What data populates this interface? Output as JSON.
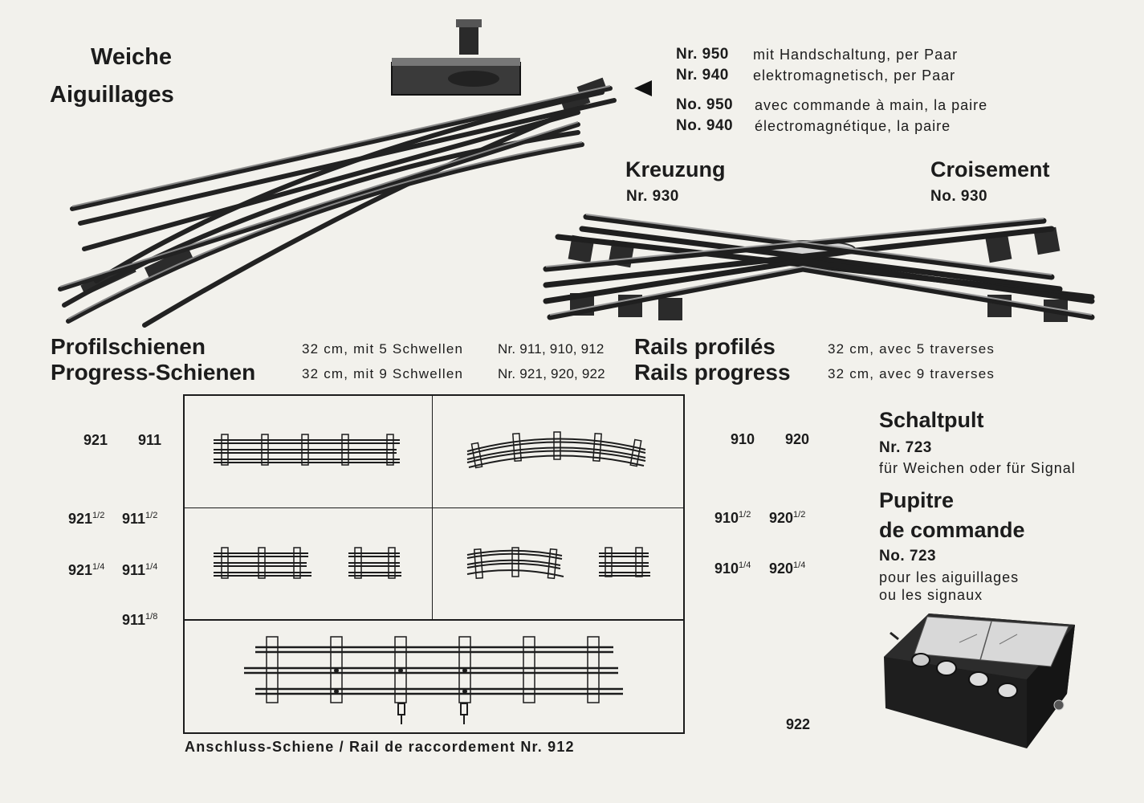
{
  "switch": {
    "title_de": "Weiche",
    "title_fr": "Aiguillages",
    "specs": [
      {
        "nr": "Nr. 950",
        "text": "mit Handschaltung, per Paar"
      },
      {
        "nr": "Nr. 940",
        "text": "elektromagnetisch, per Paar"
      },
      {
        "nr": "No. 950",
        "text": "avec commande à main, la paire"
      },
      {
        "nr": "No. 940",
        "text": "électromagnétique, la paire"
      }
    ]
  },
  "crossing": {
    "title_de": "Kreuzung",
    "nr_de": "Nr. 930",
    "title_fr": "Croisement",
    "nr_fr": "No. 930"
  },
  "rails": {
    "profil_de": "Profilschienen",
    "progress_de": "Progress-Schienen",
    "profil_spec_de": "32 cm, mit 5 Schwellen",
    "progress_spec_de": "32 cm, mit 9 Schwellen",
    "profil_nrs": "Nr. 911, 910, 912",
    "progress_nrs": "Nr. 921, 920, 922",
    "profil_fr": "Rails profilés",
    "progress_fr": "Rails progress",
    "profil_spec_fr": "32 cm, avec 5 traverses",
    "progress_spec_fr": "32 cm, avec 9 traverses"
  },
  "table_labels": {
    "row1_left": [
      "921",
      "911"
    ],
    "row1_right": [
      "910",
      "920"
    ],
    "row2_left": [
      "921",
      "911"
    ],
    "row2_right": [
      "910",
      "920"
    ],
    "row3_left": [
      "921",
      "911"
    ],
    "row3_right": [
      "910",
      "920"
    ],
    "row4_left": "911",
    "frac_half": "1/2",
    "frac_quarter": "1/4",
    "frac_eighth": "1/8",
    "connector_nr": "922",
    "caption": "Anschluss-Schiene / Rail de raccordement Nr. 912"
  },
  "control": {
    "title_de": "Schaltpult",
    "nr_de": "Nr. 723",
    "desc_de": "für Weichen oder für Signal",
    "title_fr_1": "Pupitre",
    "title_fr_2": "de commande",
    "nr_fr": "No. 723",
    "desc_fr_1": "pour les aiguillages",
    "desc_fr_2": "ou les signaux"
  },
  "pointer_icon": "left-pointing-triangle"
}
